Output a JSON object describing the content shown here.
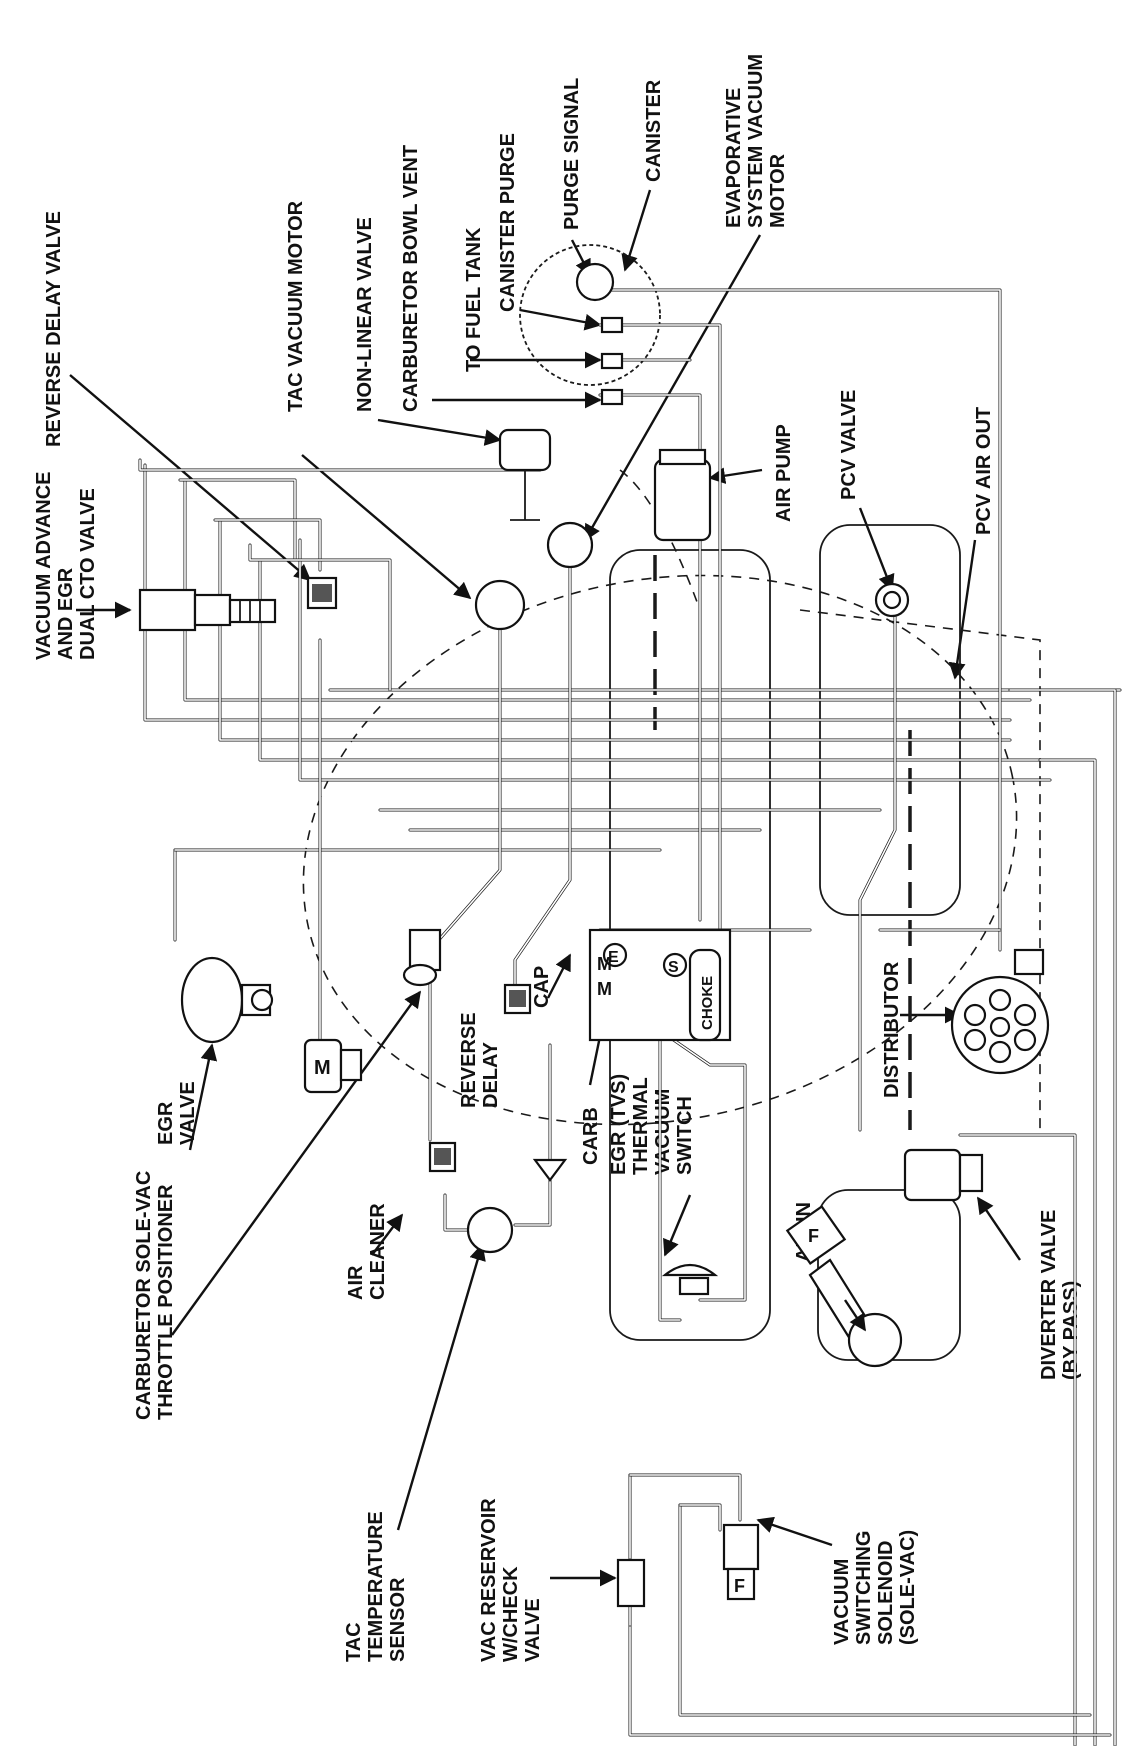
{
  "labels": {
    "vacuum_advance": [
      "VACUUM ADVANCE",
      "AND EGR",
      "DUAL CTO VALVE"
    ],
    "reverse_delay_valve": "REVERSE DELAY VALVE",
    "tac_vacuum_motor": "TAC VACUUM MOTOR",
    "non_linear_valve": "NON-LINEAR VALVE",
    "carburetor_bowl_vent": "CARBURETOR BOWL VENT",
    "to_fuel_tank": "TO FUEL TANK",
    "canister_purge": "CANISTER PURGE",
    "purge_signal": "PURGE SIGNAL",
    "canister": "CANISTER",
    "evaporative": [
      "EVAPORATIVE",
      "SYSTEM VACUUM",
      "MOTOR"
    ],
    "air_pump": "AIR PUMP",
    "pcv_valve": "PCV VALVE",
    "pcv_air_out": "PCV AIR OUT",
    "egr_valve": [
      "EGR",
      "VALVE"
    ],
    "carb_solevac": [
      "CARBURETOR SOLE-VAC",
      "THROTTLE POSITIONER"
    ],
    "air_cleaner": [
      "AIR",
      "CLEANER"
    ],
    "reverse_delay": [
      "REVERSE",
      "DELAY"
    ],
    "cap": "CAP",
    "carb": "CARB",
    "egr_tvs": [
      "EGR (TVS)",
      "THERMAL",
      "VACUUM",
      "SWITCH"
    ],
    "distributor": "DISTRIBUTOR",
    "air_in": "AIR IN",
    "diverter": [
      "DIVERTER VALVE",
      "(BY PASS)"
    ],
    "tac_temp": [
      "TAC",
      "TEMPERATURE",
      "SENSOR"
    ],
    "vac_reservoir": [
      "VAC RESERVOIR",
      "W/CHECK",
      "VALVE"
    ],
    "vac_switching": [
      "VACUUM",
      "SWITCHING",
      "SOLENOID",
      "(SOLE-VAC)"
    ]
  },
  "pins": {
    "m": "M",
    "e": "E",
    "s": "S",
    "choke": "CHOKE",
    "f": "F"
  }
}
